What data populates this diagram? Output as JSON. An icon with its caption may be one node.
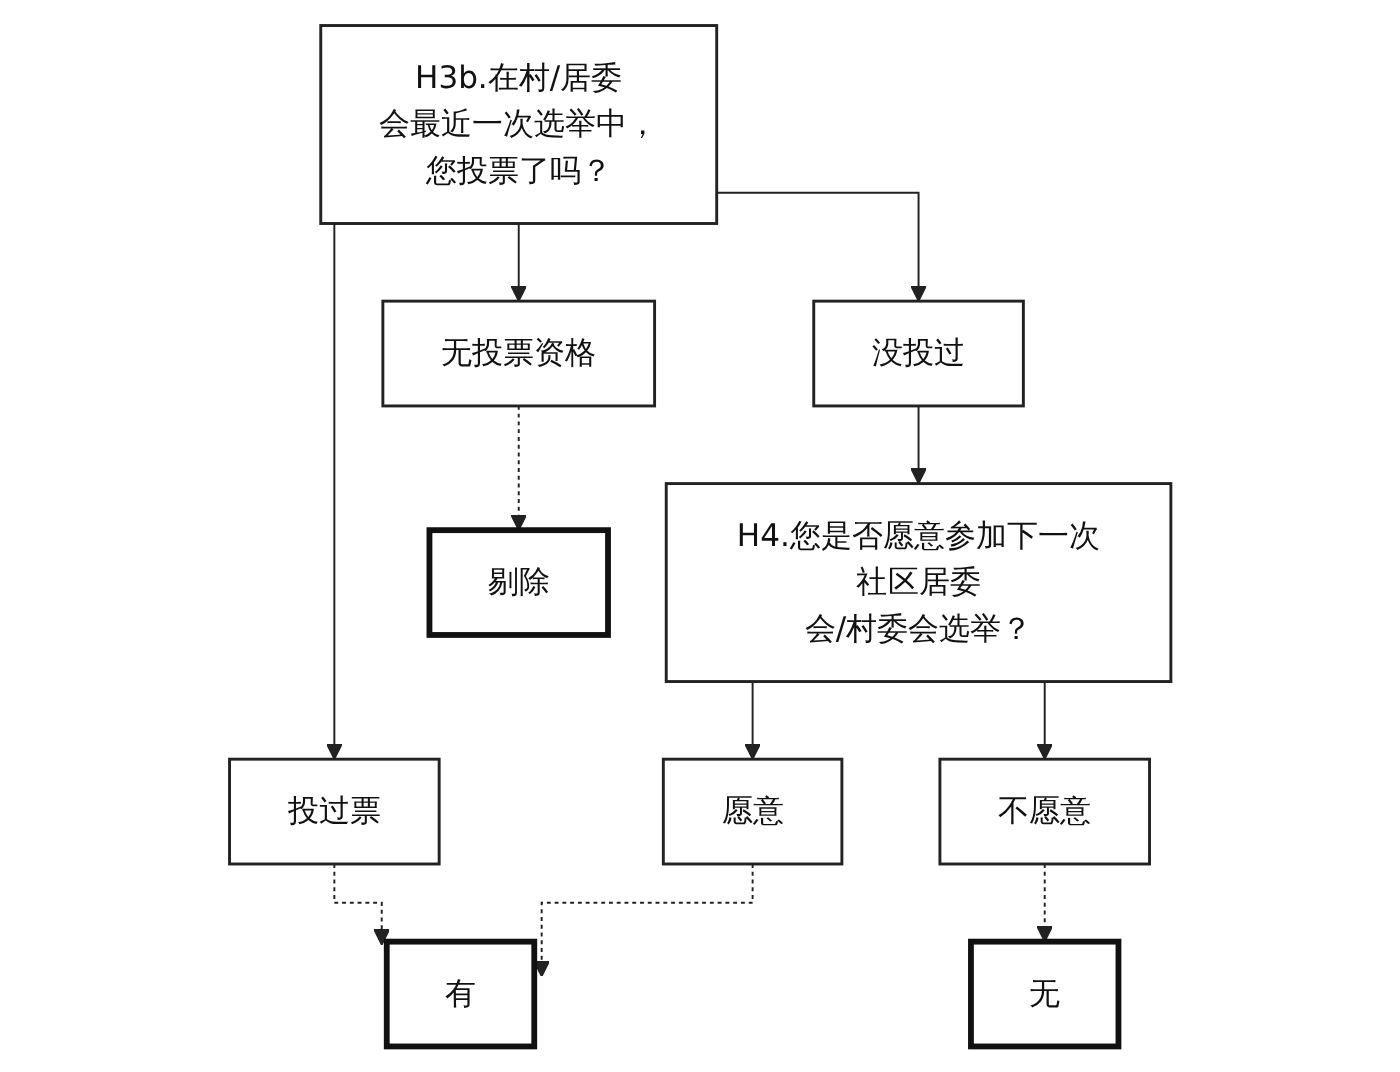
{
  "diagram": {
    "nodes": [
      {
        "text": [
          "H3b.在村/居委会最近一次选举中，您投票了吗？"
        ]
      },
      {
        "text": [
          "投过票"
        ]
      },
      {
        "text": [
          "没投过"
        ]
      },
      {
        "text": [
          "无投票资格"
        ]
      },
      {
        "text": [
          "H4.您是否愿意参加下一次社区居委会/村委会选举？"
        ]
      },
      {
        "text": [
          "愿意"
        ]
      },
      {
        "text": [
          "不愿意"
        ]
      },
      {
        "text": [
          "有"
        ]
      },
      {
        "text": [
          "无"
        ]
      },
      {
        "text": [
          "剔除"
        ]
      }
    ],
    "edges": [
      {
        "from": 0,
        "to": 1,
        "arrow": "to"
      },
      {
        "from": 0,
        "to": 2,
        "arrow": "to"
      },
      {
        "from": 0,
        "to": 3,
        "arrow": "to"
      },
      {
        "from": 1,
        "to": 7,
        "arrow": "to",
        "style": "dashed"
      },
      {
        "from": 2,
        "to": 4,
        "arrow": "to"
      },
      {
        "from": 4,
        "to": 5,
        "arrow": "to"
      },
      {
        "from": 4,
        "to": 6,
        "arrow": "to"
      },
      {
        "from": 5,
        "to": 7,
        "arrow": "to",
        "style": "dashed"
      },
      {
        "from": 6,
        "to": 8,
        "arrow": "to",
        "style": "dashed"
      },
      {
        "from": 3,
        "to": 9,
        "arrow": "to",
        "style": "dashed"
      }
    ]
  }
}
